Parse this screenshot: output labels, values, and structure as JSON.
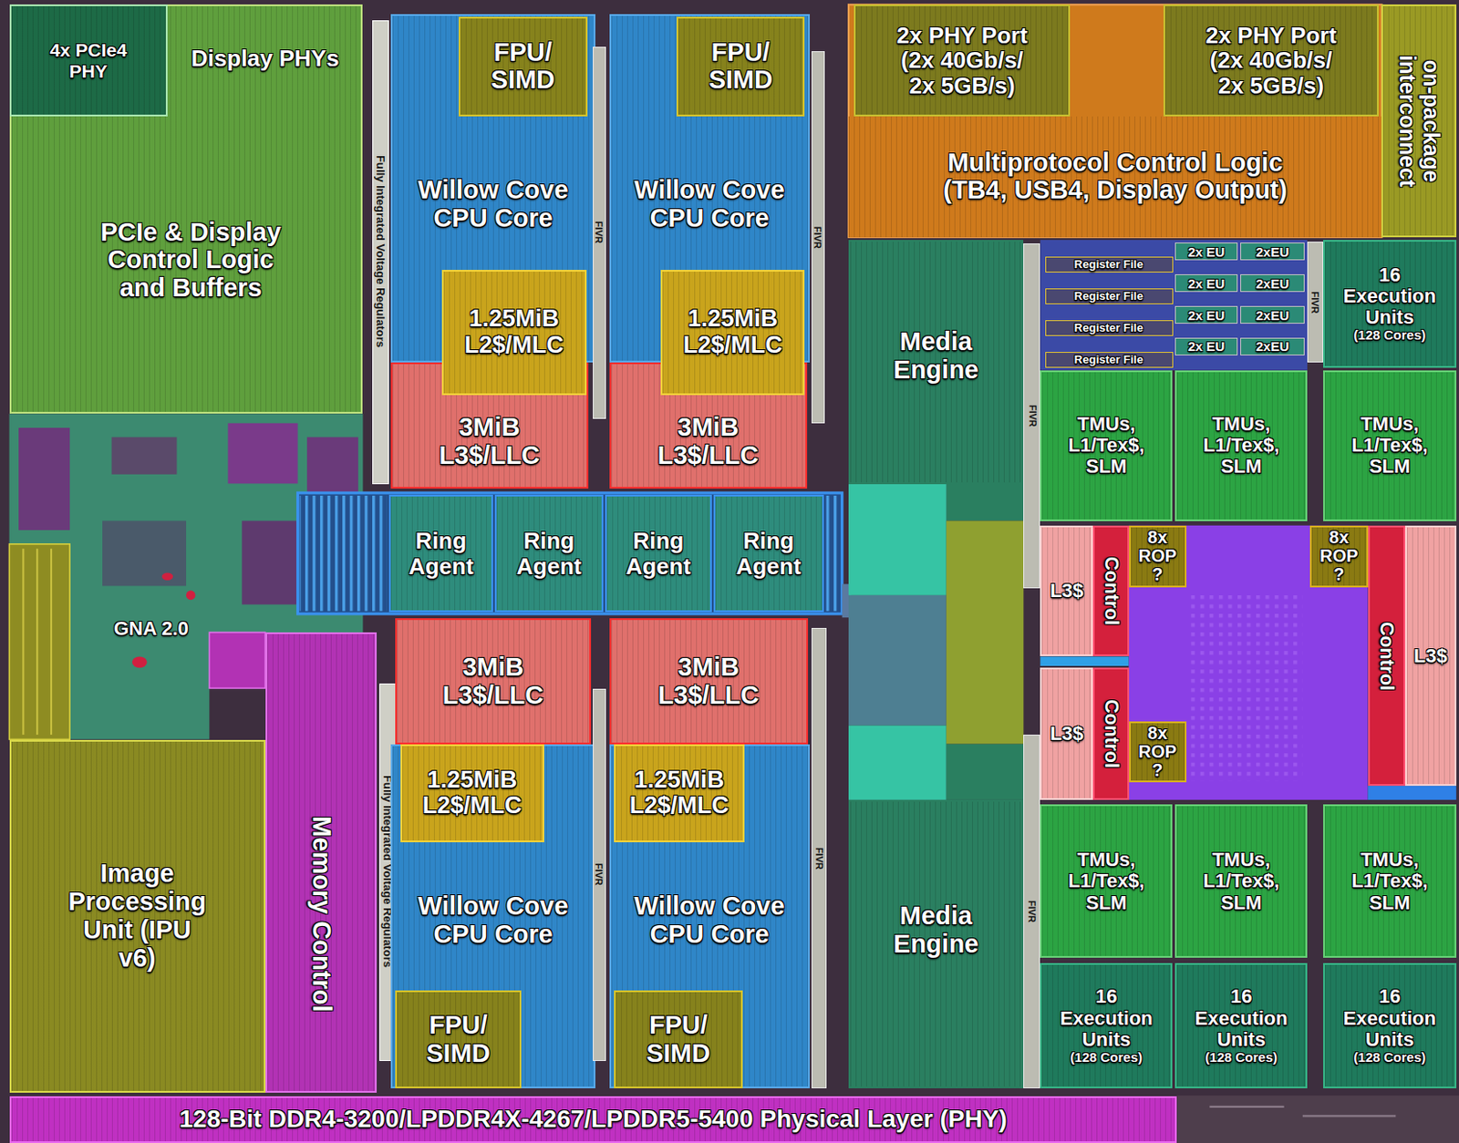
{
  "diagram": {
    "nodes": [
      {
        "text": [
          "PCIe & Display Control Logic and Buffers"
        ]
      },
      {
        "text": [
          "4x PCIe4 PHY"
        ],
        "in": 0
      },
      {
        "text": [
          "Display PHYs"
        ],
        "in": 0
      },
      {
        "text": [
          "GNA 2.0"
        ]
      },
      {
        "text": [
          "Image Processing Unit (IPU v6)"
        ]
      },
      {
        "text": [
          "Memory Control"
        ]
      },
      {
        "text": [
          "Fully Integrated Voltage Regulators"
        ]
      },
      {
        "text": [
          "Willow Cove CPU Core"
        ]
      },
      {
        "text": [
          "FPU/ SIMD"
        ],
        "in": 7
      },
      {
        "text": [
          "1.25MiB L2$/MLC"
        ]
      },
      {
        "text": [
          "3MiB L3$/LLC"
        ]
      },
      {
        "text": [
          "FIVR"
        ]
      },
      {
        "text": [
          "Willow Cove CPU Core"
        ]
      },
      {
        "text": [
          "FPU/ SIMD"
        ],
        "in": 12
      },
      {
        "text": [
          "1.25MiB L2$/MLC"
        ]
      },
      {
        "text": [
          "3MiB L3$/LLC"
        ]
      },
      {
        "text": [
          "FIVR"
        ]
      },
      {
        "text": [
          "Ring Agent"
        ]
      },
      {
        "text": [
          "Ring Agent"
        ]
      },
      {
        "text": [
          "Ring Agent"
        ]
      },
      {
        "text": [
          "Ring Agent"
        ]
      },
      {
        "text": [
          "Fully Integrated Voltage Regulators"
        ]
      },
      {
        "text": [
          "3MiB L3$/LLC"
        ]
      },
      {
        "text": [
          "1.25MiB L2$/MLC"
        ]
      },
      {
        "text": [
          "Willow Cove CPU Core"
        ]
      },
      {
        "text": [
          "FPU/ SIMD"
        ],
        "in": 24
      },
      {
        "text": [
          "FIVR"
        ]
      },
      {
        "text": [
          "3MiB L3$/LLC"
        ]
      },
      {
        "text": [
          "1.25MiB L2$/MLC"
        ]
      },
      {
        "text": [
          "Willow Cove CPU Core"
        ]
      },
      {
        "text": [
          "FPU/ SIMD"
        ],
        "in": 29
      },
      {
        "text": [
          "FIVR"
        ]
      },
      {
        "text": [
          "2x PHY Port (2x 40Gb/s/ 2x 5GB/s)"
        ]
      },
      {
        "text": [
          "2x PHY Port (2x 40Gb/s/ 2x 5GB/s)"
        ]
      },
      {
        "text": [
          "on-package interconnect"
        ]
      },
      {
        "text": [
          "Multiprotocol Control Logic (TB4, USB4, Display Output)"
        ]
      },
      {
        "text": [
          "Media Engine"
        ]
      },
      {
        "text": [
          "FIVR"
        ]
      },
      {
        "text": [
          "Register File"
        ]
      },
      {
        "text": [
          "2x EU"
        ]
      },
      {
        "text": [
          "2xEU"
        ]
      },
      {
        "text": [
          "Register File"
        ]
      },
      {
        "text": [
          "2x EU"
        ]
      },
      {
        "text": [
          "2xEU"
        ]
      },
      {
        "text": [
          "Register File"
        ]
      },
      {
        "text": [
          "2x EU"
        ]
      },
      {
        "text": [
          "2xEU"
        ]
      },
      {
        "text": [
          "Register File"
        ]
      },
      {
        "text": [
          "2x EU"
        ]
      },
      {
        "text": [
          "2xEU"
        ]
      },
      {
        "text": [
          "FIVR"
        ]
      },
      {
        "text": [
          "16 Execution Units",
          "(128 Cores)"
        ]
      },
      {
        "text": [
          "TMUs, L1/Tex$, SLM"
        ]
      },
      {
        "text": [
          "TMUs, L1/Tex$, SLM"
        ]
      },
      {
        "text": [
          "TMUs, L1/Tex$, SLM"
        ]
      },
      {
        "text": [
          "L3$"
        ]
      },
      {
        "text": [
          "Control"
        ]
      },
      {
        "text": [
          "8x ROP ?"
        ]
      },
      {
        "text": [
          "8x ROP ?"
        ]
      },
      {
        "text": [
          "Control"
        ]
      },
      {
        "text": [
          "L3$"
        ]
      },
      {
        "text": [
          "L3$"
        ]
      },
      {
        "text": [
          "Control"
        ]
      },
      {
        "text": [
          "8x ROP ?"
        ]
      },
      {
        "text": [
          "Media Engine"
        ]
      },
      {
        "text": [
          "FIVR"
        ]
      },
      {
        "text": [
          "TMUs, L1/Tex$, SLM"
        ]
      },
      {
        "text": [
          "TMUs, L1/Tex$, SLM"
        ]
      },
      {
        "text": [
          "TMUs, L1/Tex$, SLM"
        ]
      },
      {
        "text": [
          "16 Execution Units",
          "(128 Cores)"
        ]
      },
      {
        "text": [
          "16 Execution Units",
          "(128 Cores)"
        ]
      },
      {
        "text": [
          "16 Execution Units",
          "(128 Cores)"
        ]
      },
      {
        "text": [
          "128-Bit DDR4-3200/LPDDR4X-4267/LPDDR5-5400 Physical Layer (PHY)"
        ]
      }
    ]
  }
}
